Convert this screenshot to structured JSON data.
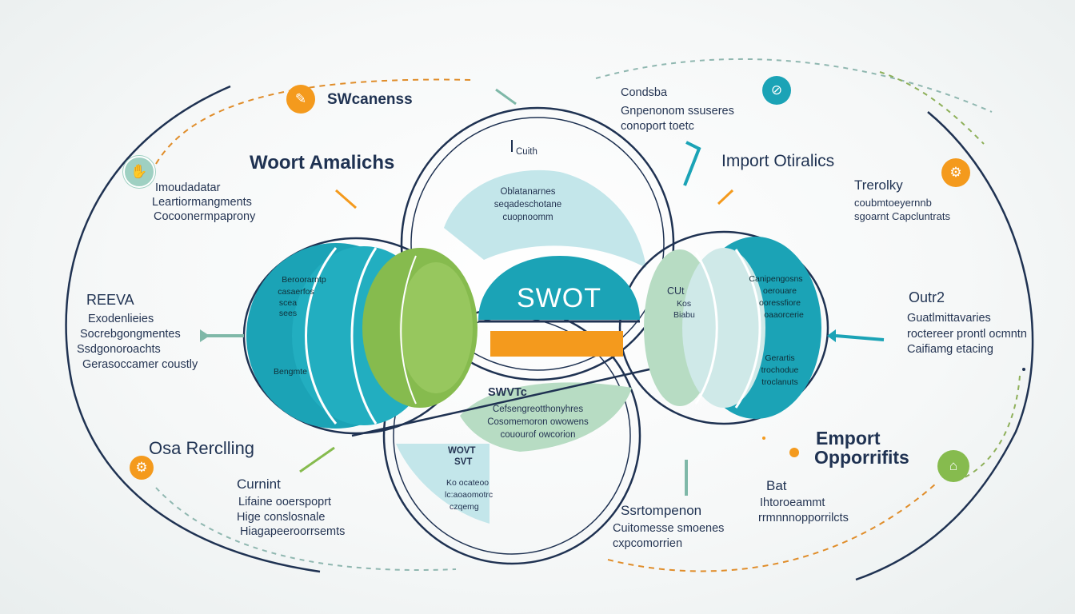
{
  "colors": {
    "navy": "#1f3252",
    "teal": "#1ba3b6",
    "light_teal": "#c3e6ea",
    "green": "#86bb4e",
    "light_green": "#b7dcc3",
    "orange": "#f49a1d"
  },
  "center": {
    "label": "SWOT"
  },
  "top_left": {
    "badge_icon": "lightbulb-icon",
    "badge_title": "SWcanenss",
    "title": "Woort Amalichs",
    "side_icon": "handshake-icon",
    "lines": [
      "Imoudadatar",
      "Leartiormangments",
      "Cocoonermpaprony"
    ]
  },
  "top_center": {
    "tag": "Cuith",
    "lines": [
      "Oblatanarnes",
      "seqadeschotane",
      "cuopnoomm"
    ]
  },
  "top_right": {
    "intro_title": "Condsba",
    "intro_lines": [
      "Gnpenonom ssuseres",
      "conoport toetc"
    ],
    "badge_icon": "target-icon",
    "title": "Import Otiralics",
    "sub_title": "Trerolky",
    "side_icon": "gear-icon",
    "lines": [
      "coubmtoeyernnb",
      "sgoarnt Capcluntrats"
    ]
  },
  "left_middle": {
    "title": "REEVA",
    "lines": [
      "Exodenlieies",
      "Socrebgongmentes",
      "Ssdgonoroachts",
      "Gerasoccamer coustly"
    ]
  },
  "left_lens": {
    "lines": [
      "Beroorarntp",
      "casaerfos",
      "scea",
      "sees"
    ],
    "footer": "Bengmte"
  },
  "right_lens": {
    "tag_lines": [
      "CUt",
      "Kos",
      "Biabu"
    ],
    "top_lines": [
      "Canipengosns",
      "oerouare",
      "ooressfiore",
      "oaaorcerie"
    ],
    "bottom_lines": [
      "Gerartis",
      "trochodue",
      "troclanuts"
    ]
  },
  "right_middle": {
    "title": "Outr2",
    "lines": [
      "Guatlmittavaries",
      "roctereer prontl ocmntn",
      "Caifiamg etacing"
    ]
  },
  "bottom_center": {
    "tag": "SWVTc",
    "lines": [
      "Cefsengreotthonyhres",
      "Cosomemoron owowens",
      "couourof owcorion"
    ]
  },
  "bottom_small": {
    "tag_lines": [
      "WOVT",
      "SVT"
    ],
    "lines": [
      "Ko ocateoo",
      "lc:aoaomotrc",
      "czqemg"
    ]
  },
  "bottom_left": {
    "title": "Osa Rerclling",
    "badge_icon": "cog-icon",
    "sub_title": "Curnint",
    "lines": [
      "Lifaine ooerspoprt",
      "Hige conslosnale",
      "Hiagapeeroorrsemts"
    ]
  },
  "bottom_right": {
    "title_line1": "Emport",
    "title_line2": "Opporrifits",
    "badge_icon": "leaf-icon",
    "sub_title": "Bat",
    "lines": [
      "Ihtoroeammt",
      "rrmnnnopporrilcts"
    ]
  },
  "bottom_center_right": {
    "title": "Ssrtompenon",
    "lines": [
      "Cuitomesse smoenes",
      "cxpcomorrien"
    ]
  }
}
